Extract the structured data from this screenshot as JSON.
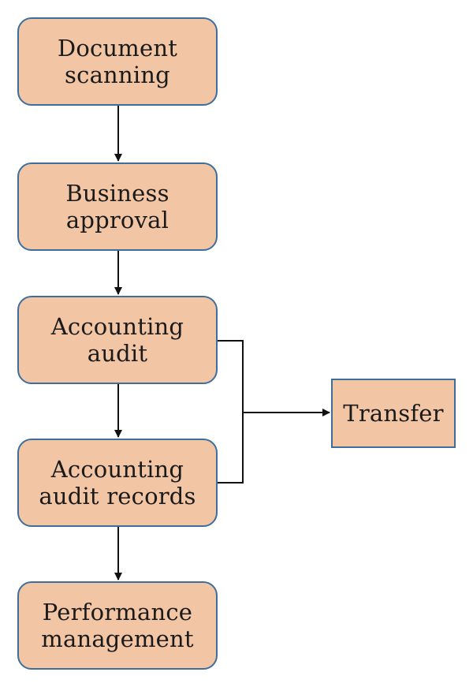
{
  "diagram": {
    "nodes": [
      {
        "id": "document-scanning",
        "label": "Document\nscanning"
      },
      {
        "id": "business-approval",
        "label": "Business\napproval"
      },
      {
        "id": "accounting-audit",
        "label": "Accounting\naudit"
      },
      {
        "id": "accounting-audit-records",
        "label": "Accounting\naudit records"
      },
      {
        "id": "performance-management",
        "label": "Performance\nmanagement"
      },
      {
        "id": "transfer",
        "label": "Transfer"
      }
    ],
    "edges": [
      {
        "from": "document-scanning",
        "to": "business-approval"
      },
      {
        "from": "business-approval",
        "to": "accounting-audit"
      },
      {
        "from": "accounting-audit",
        "to": "accounting-audit-records"
      },
      {
        "from": "accounting-audit-records",
        "to": "performance-management"
      },
      {
        "from": "accounting-audit",
        "to": "transfer"
      },
      {
        "from": "accounting-audit-records",
        "to": "transfer"
      }
    ],
    "colors": {
      "node_fill": "#f2c6a5",
      "node_border": "#3e6e9e",
      "connector": "#111111"
    }
  }
}
